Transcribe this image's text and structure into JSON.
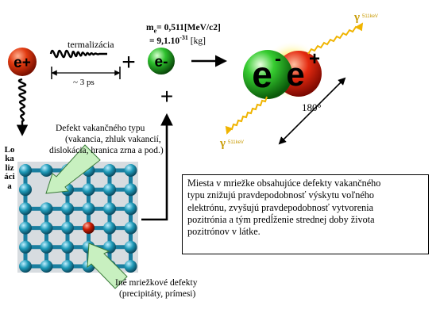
{
  "labels": {
    "thermalization": "termalizácia",
    "time": "~ 3 ps",
    "mass_line1": "m",
    "mass_sub": "e",
    "mass_line1_rest": "= 0,511[MeV/c2]",
    "mass_line2": "= 9,1.10",
    "mass_exp": "-31",
    "mass_unit": " [kg]",
    "angle": "180°",
    "gamma_top": "511keV",
    "gamma_bottom": "511keV",
    "vacancy_defect_title": "Defekt vakančného typu",
    "vacancy_defect_line2": "(vakancia, zhluk vakancií,",
    "vacancy_defect_line3": "dislokácia, hranica zrna a pod.)",
    "other_defect_title": "Iné mriežkové defekty",
    "other_defect_line2": "(precipitáty, prímesi)",
    "localization": "Lokalizácia",
    "positron_symbol": "e+",
    "electron_symbol": "e-",
    "plus_sign": "+",
    "gamma_symbol": "γ"
  },
  "note": {
    "lines": [
      "Miesta v mriežke obsahujúce defekty vakančného",
      "typu znižujú pravdepodobnosť výskytu voľného",
      "elektrónu, zvyšujú pravdepodobnosť vytvorenia",
      "pozitrónia a tým predĺženie strednej doby života",
      "pozitrónov v látke."
    ]
  },
  "colors": {
    "positron": "#dd2200",
    "electron": "#22bb22",
    "lattice_atom": "#1f9ab8",
    "lattice_bond": "#1a7fa0",
    "defect_atom": "#cc1a00",
    "lattice_bg": "#d7dce0",
    "gamma": "#f0b400",
    "pointer_arrow": "#c8f0c0"
  }
}
